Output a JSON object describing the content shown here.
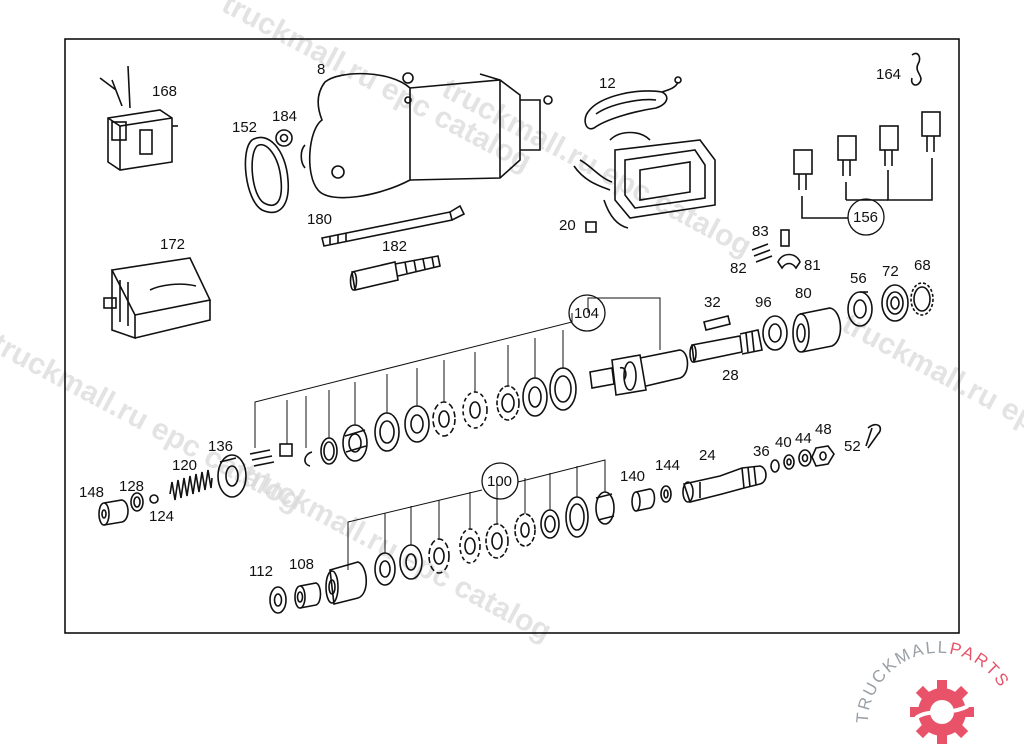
{
  "diagram": {
    "labels": {
      "l168": "168",
      "l8": "8",
      "l152": "152",
      "l184": "184",
      "l12": "12",
      "l164": "164",
      "l156": "156",
      "l180": "180",
      "l20": "20",
      "l172": "172",
      "l182": "182",
      "l83": "83",
      "l82": "82",
      "l81": "81",
      "l56": "56",
      "l72": "72",
      "l68": "68",
      "l32": "32",
      "l96": "96",
      "l80": "80",
      "l104": "104",
      "l28": "28",
      "l136": "136",
      "l120": "120",
      "l128": "128",
      "l148": "148",
      "l124": "124",
      "l100": "100",
      "l140": "140",
      "l144": "144",
      "l24": "24",
      "l36": "36",
      "l40": "40",
      "l44": "44",
      "l48": "48",
      "l52": "52",
      "l112": "112",
      "l108": "108"
    }
  },
  "watermark": {
    "text1": "truckmall.ru epc catalog",
    "text2": "truckmall.ru epc catalog",
    "text3": "truckmall.ru epc catalog",
    "text4": "truckmall.ru epc catalog",
    "text5": "truckmall.ru epc catalog"
  },
  "logo": {
    "brand_a": "TRUCKMALL",
    "brand_b": "PARTS",
    "color_a": "#9aa0a6",
    "color_b": "#e8536a"
  }
}
